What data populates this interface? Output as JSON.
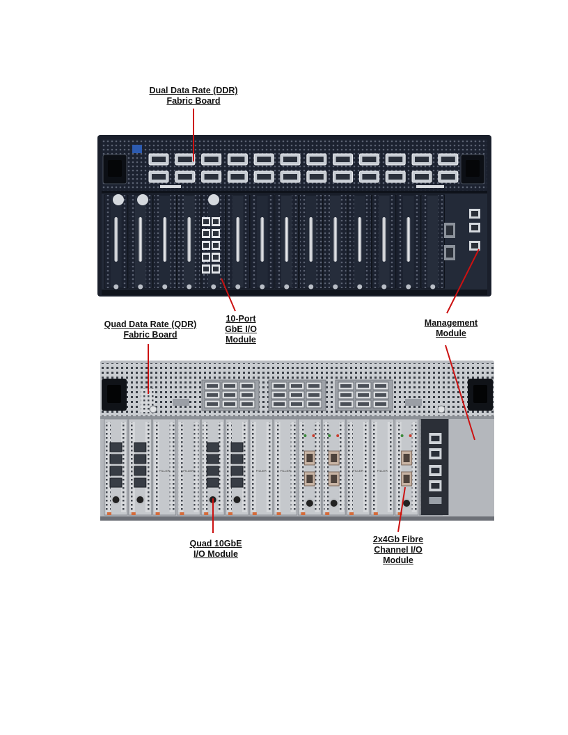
{
  "callouts": {
    "ddr_fabric": "Dual Data Rate (DDR)\nFabric Board",
    "ten_port_gbe": "10-Port\nGbE I/O\nModule",
    "qdr_fabric": "Quad Data Rate (QDR)\nFabric Board",
    "management": "Management\nModule",
    "quad_10gbe": "Quad 10GbE\nI/O Module",
    "fibre_channel": "2x4Gb Fibre\nChannel I/O\nModule"
  },
  "filler_label": "FILLER",
  "colors": {
    "leader_line": "#cc1111",
    "chassis_dark": "#1c2230",
    "chassis_light": "#c9ccd0",
    "badge_blue": "#2d5bb0"
  }
}
